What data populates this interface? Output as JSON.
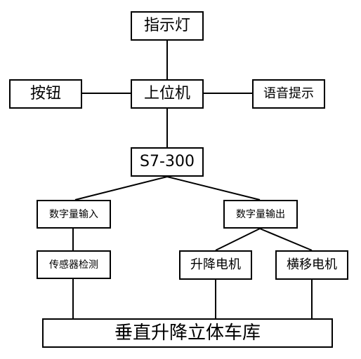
{
  "nodes": {
    "indicator": "指示灯",
    "button": "按钮",
    "host": "上位机",
    "voice": "语音提示",
    "plc": "S7-300",
    "digital_input": "数字量输入",
    "digital_output": "数字量输出",
    "sensor": "传感器检测",
    "lift_motor": "升降电机",
    "traverse_motor": "横移电机",
    "garage": "垂直升降立体车库"
  },
  "colors": {
    "line": "#000000",
    "border": "#000000",
    "background": "#ffffff"
  }
}
